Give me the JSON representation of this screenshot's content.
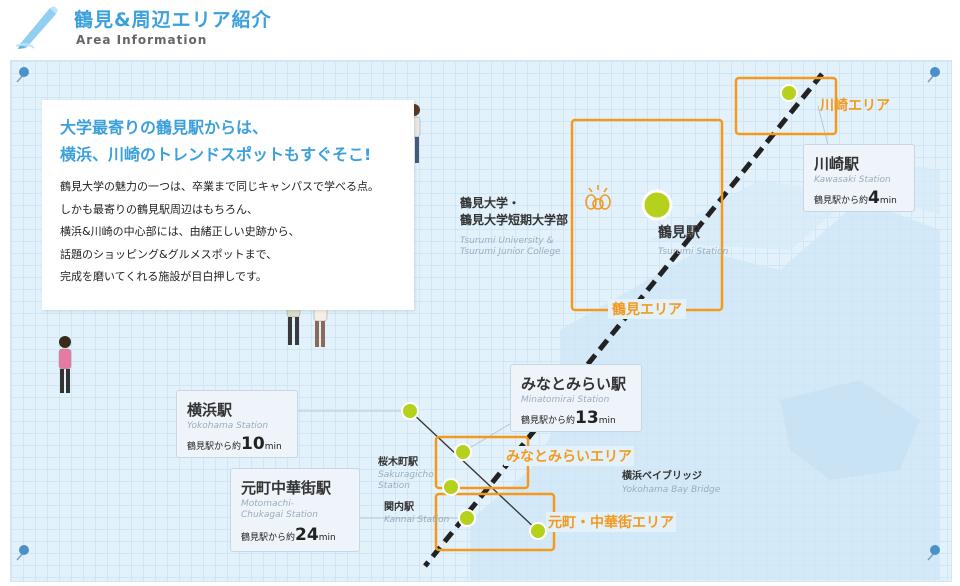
{
  "header": {
    "title": "鶴見&周辺エリア紹介",
    "subtitle": "Area Information"
  },
  "intro": {
    "headline_1": "大学最寄りの鶴見駅からは、",
    "headline_2": "横浜、川崎のトレンドスポットもすぐそこ!",
    "body_lines": [
      "鶴見大学の魅力の一つは、卒業まで同じキャンパスで学べる点。",
      "しかも最寄りの鶴見駅周辺はもちろん、",
      "横浜&川崎の中心部には、由緒正しい史跡から、",
      "話題のショッピング&グルメスポットまで、",
      "完成を磨いてくれる施設が目白押しです。"
    ]
  },
  "areas": {
    "kawasaki": "川崎エリア",
    "tsurumi": "鶴見エリア",
    "minatomirai": "みなとみらいエリア",
    "motomachi": "元町・中華街エリア"
  },
  "stations": {
    "tsurumi": {
      "name": "鶴見駅",
      "en": "Tsurumi Station"
    },
    "sakuragicho": {
      "name": "桜木町駅",
      "en_1": "Sakuragicho",
      "en_2": "Station"
    },
    "kannai": {
      "name": "関内駅",
      "en": "Kannai Station"
    }
  },
  "university": {
    "name_1": "鶴見大学・",
    "name_2": "鶴見大学短期大学部",
    "en_1": "Tsurumi University &",
    "en_2": "Tsurumi Junior College"
  },
  "bridge": {
    "name": "横浜ベイブリッジ",
    "en": "Yokohama Bay Bridge"
  },
  "cards": {
    "kawasaki": {
      "name": "川崎駅",
      "en": "Kawasaki Station",
      "time_prefix": "鶴見駅から約",
      "minutes": "4",
      "unit": "min"
    },
    "yokohama": {
      "name": "横浜駅",
      "en": "Yokohama Station",
      "time_prefix": "鶴見駅から約",
      "minutes": "10",
      "unit": "min"
    },
    "minatomirai": {
      "name": "みなとみらい駅",
      "en": "Minatomirai Station",
      "time_prefix": "鶴見駅から約",
      "minutes": "13",
      "unit": "min"
    },
    "motomachi": {
      "name": "元町中華街駅",
      "en_1": "Motomachi-",
      "en_2": "Chukagai Station",
      "time_prefix": "鶴見駅から約",
      "minutes": "24",
      "unit": "min"
    }
  },
  "colors": {
    "accent_blue": "#3ba0dc",
    "area_orange": "#f39a1e",
    "station_green": "#b5d11b",
    "pin_blue": "#4a90c9"
  },
  "icons": [
    "pencil-icon",
    "university-icon",
    "push-pin-icon"
  ]
}
